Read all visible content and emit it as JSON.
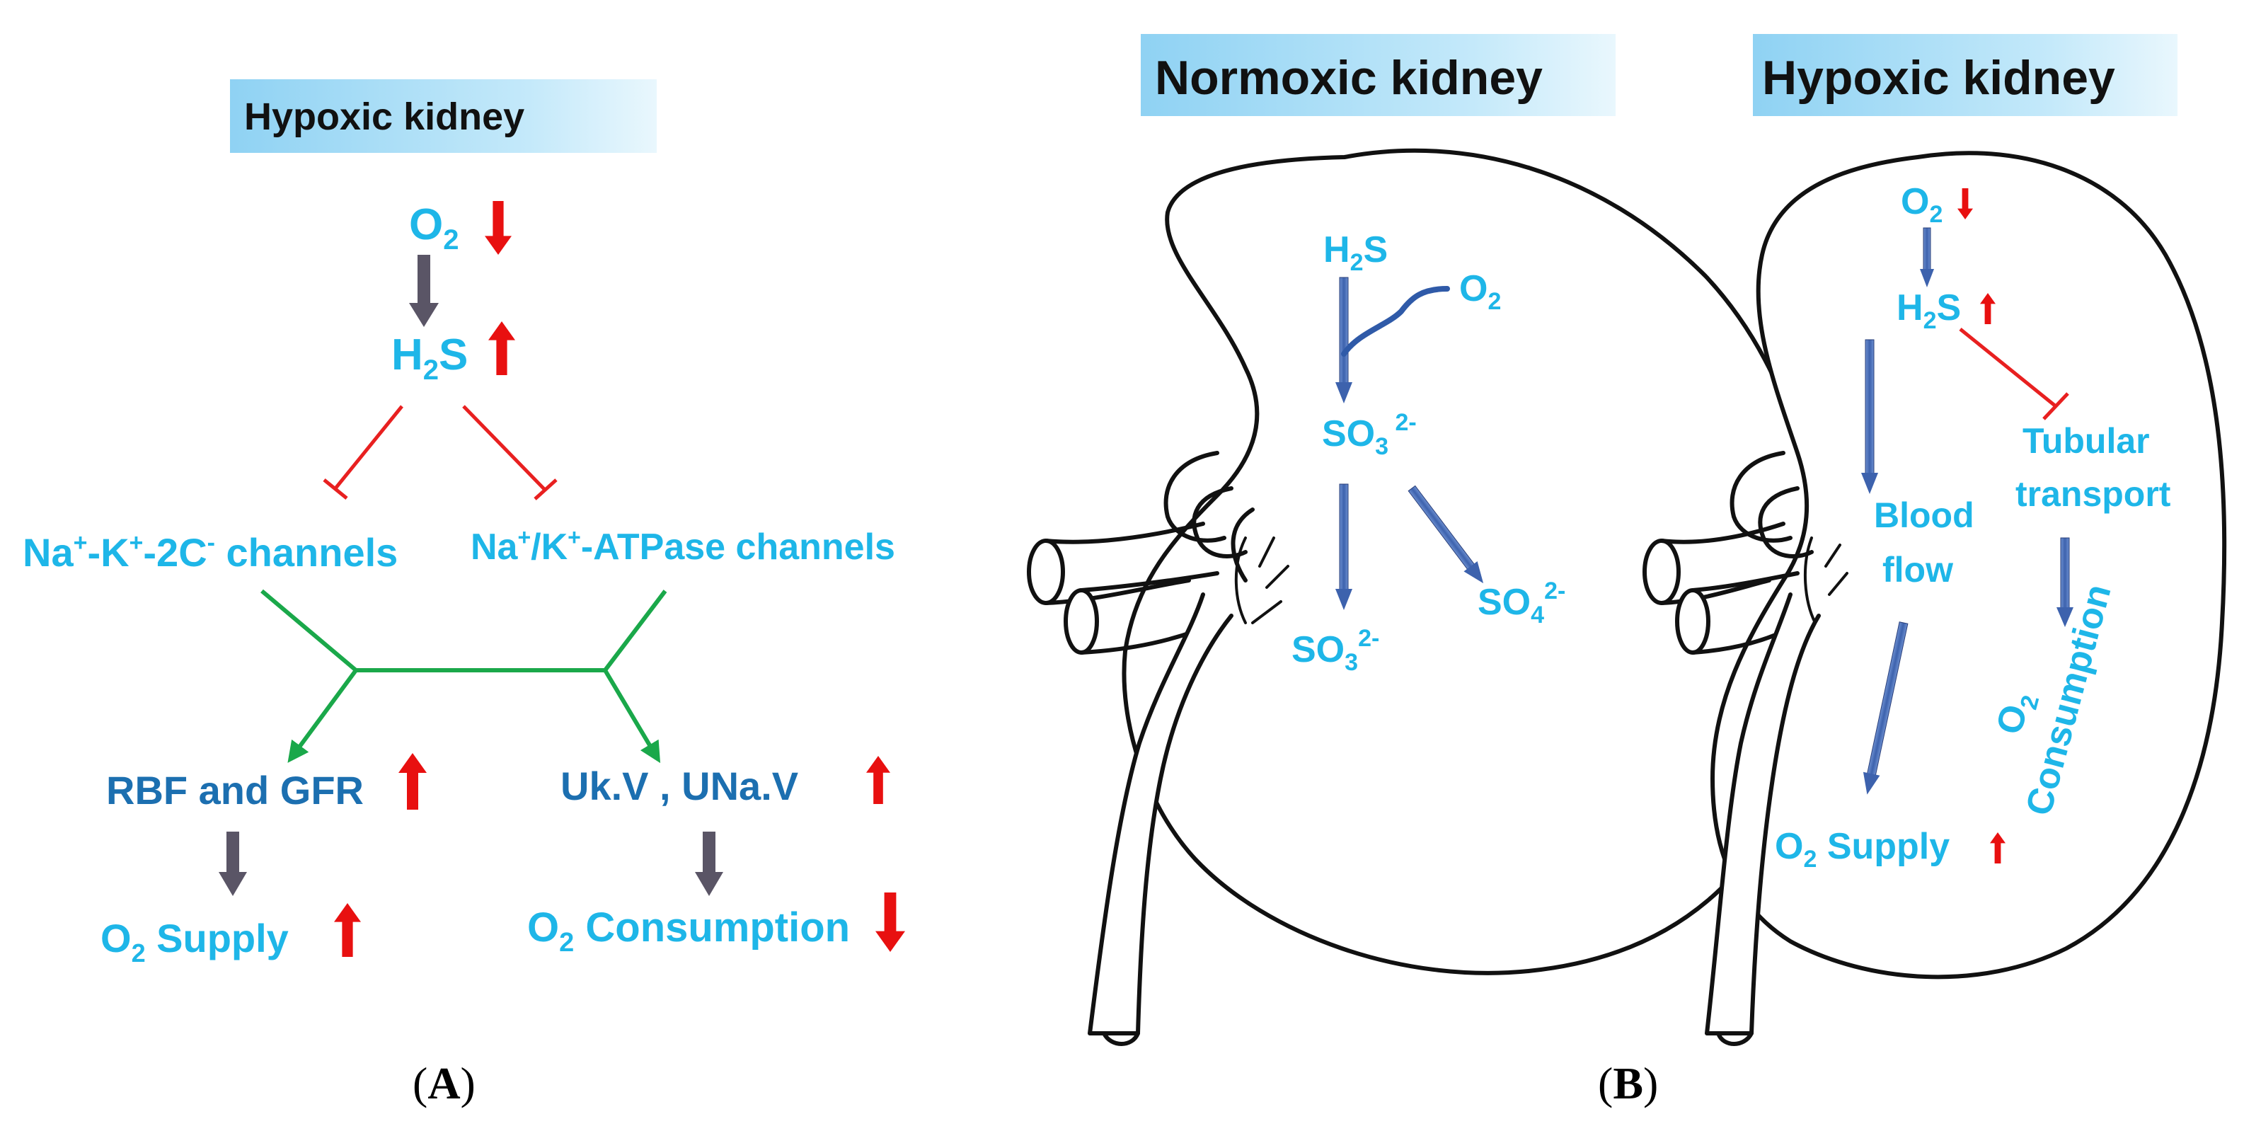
{
  "panel_a": {
    "header": "Hypoxic kidney",
    "o2": {
      "base": "O",
      "sub": "2"
    },
    "h2s": {
      "a": "H",
      "sub": "2",
      "b": "S"
    },
    "nkcc": {
      "p1": "Na",
      "s1": "+",
      "p2": "-K",
      "s2": "+",
      "p3": "-2C",
      "s3": "-",
      "p4": " channels"
    },
    "atpase": {
      "p1": "Na",
      "s1": "+",
      "p2": "/K",
      "s2": "+",
      "p3": "-ATPase channels"
    },
    "rbf": "RBF and GFR",
    "ukv": "Uk.V , UNa.V",
    "supply": {
      "base": "O",
      "sub": "2",
      "rest": " Supply"
    },
    "consumption": {
      "base": "O",
      "sub": "2",
      "rest": " Consumption"
    },
    "caption": {
      "open": "(",
      "letter": "A",
      "close": ")"
    }
  },
  "panel_b": {
    "normoxic_header": "Normoxic kidney",
    "hypoxic_header": "Hypoxic kidney",
    "normoxic": {
      "h2s": {
        "a": "H",
        "sub": "2",
        "b": "S"
      },
      "o2": {
        "base": "O",
        "sub": "2"
      },
      "so3_top": {
        "base": "SO",
        "sub": "3",
        "sup": " 2-"
      },
      "so3_bottom": {
        "base": "SO",
        "sub": "3",
        "sup": "2-"
      },
      "so4": {
        "base": "SO",
        "sub": "4",
        "sup": "2-"
      }
    },
    "hypoxic": {
      "o2": {
        "base": "O",
        "sub": "2"
      },
      "h2s": {
        "a": "H",
        "sub": "2",
        "b": "S"
      },
      "tubular_1": "Tubular",
      "tubular_2": "transport",
      "blood_1": "Blood",
      "blood_2": "flow",
      "consumption_o2": {
        "base": "O",
        "sub": "2"
      },
      "consumption_word": "Consumption",
      "supply": {
        "base": "O",
        "sub": "2",
        "rest": " Supply"
      }
    },
    "caption": {
      "open": "(",
      "letter": "B",
      "close": ")"
    }
  },
  "colors": {
    "label_cyan": "#1eb6e8",
    "label_blue": "#1c6fb0",
    "increase_arrow": "#e81010",
    "process_arrow": "#5a5566",
    "inhibition": "#e82020",
    "convergence": "#1aa84a",
    "flow_arrow": "#4a73b8",
    "header_fill": "#a8dcf5"
  },
  "icons": [
    "red-up-arrow-icon",
    "red-down-arrow-icon",
    "kidney-outline-icon"
  ]
}
